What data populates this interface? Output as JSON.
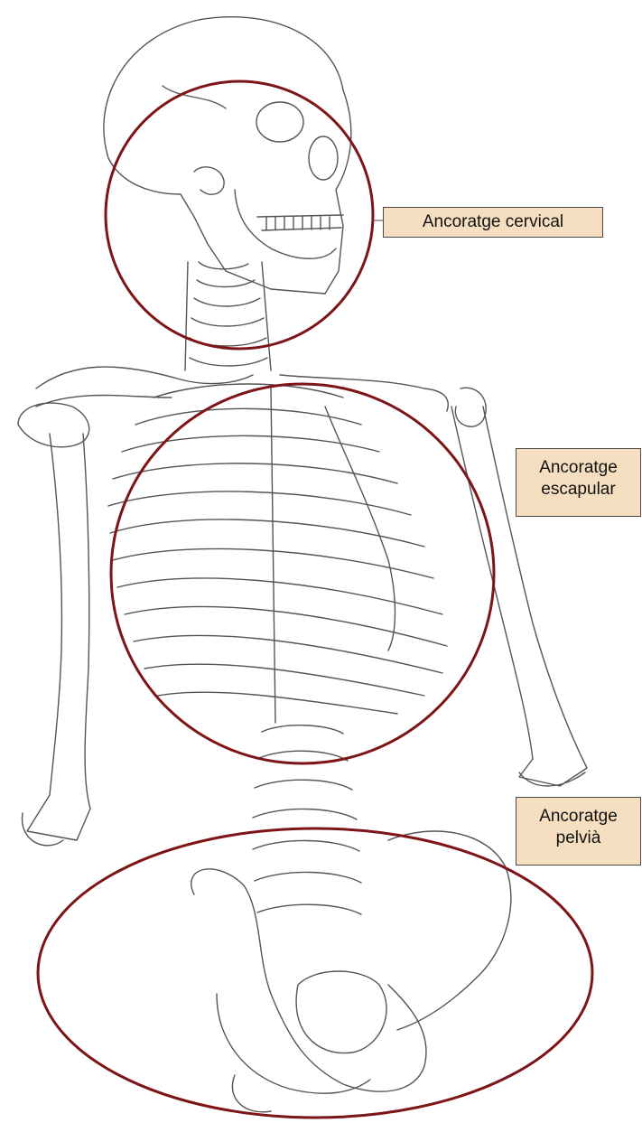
{
  "labels": {
    "cervical": {
      "lines": [
        "Ancoratge cervical"
      ]
    },
    "scapular": {
      "lines": [
        "Ancoratge",
        "escapular"
      ]
    },
    "pelvic": {
      "lines": [
        "Ancoratge",
        "pelvià"
      ]
    }
  },
  "colors": {
    "circle": "#7d1416",
    "label_bg": "#f6dfc0",
    "line": "#4a4a4a"
  }
}
